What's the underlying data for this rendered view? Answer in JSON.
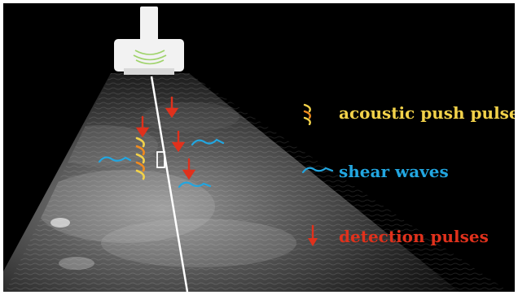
{
  "colors": {
    "background": "#000000",
    "push_pulse": "#f2d24a",
    "push_pulse_alt": "#f08a1e",
    "shear_wave": "#22a6e0",
    "detection_pulse": "#e0311c",
    "transducer": "#f2f2f2",
    "transducer_arc": "#9fd36b",
    "scan_line": "#ffffff"
  },
  "legend": {
    "push_label": "acoustic push pulse",
    "shear_label": "shear waves",
    "detection_label": "detection pulses"
  },
  "icons": {
    "transducer": "ultrasound-transducer-icon",
    "push": "push-pulse-arcs-icon",
    "shear": "shear-wave-icon",
    "detection": "detection-arrow-icon"
  }
}
